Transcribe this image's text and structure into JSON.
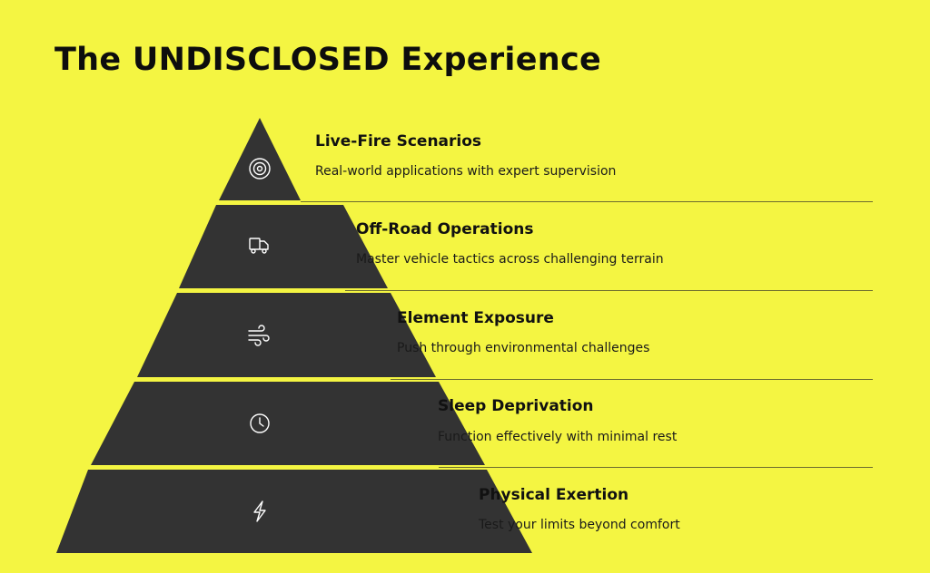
{
  "title": "The UNDISCLOSED Experience",
  "colors": {
    "background": "#f4f542",
    "tier_fill": "#333333",
    "icon_stroke": "#ffffff"
  },
  "tiers": [
    {
      "title": "Live-Fire Scenarios",
      "description": "Real-world applications with expert supervision",
      "icon": "target-icon"
    },
    {
      "title": "Off-Road Operations",
      "description": "Master vehicle tactics across challenging terrain",
      "icon": "truck-icon"
    },
    {
      "title": "Element Exposure",
      "description": "Push through environmental challenges",
      "icon": "wind-icon"
    },
    {
      "title": "Sleep Deprivation",
      "description": "Function effectively with minimal rest",
      "icon": "clock-icon"
    },
    {
      "title": "Physical Exertion",
      "description": "Test your limits beyond comfort",
      "icon": "lightning-icon"
    }
  ]
}
